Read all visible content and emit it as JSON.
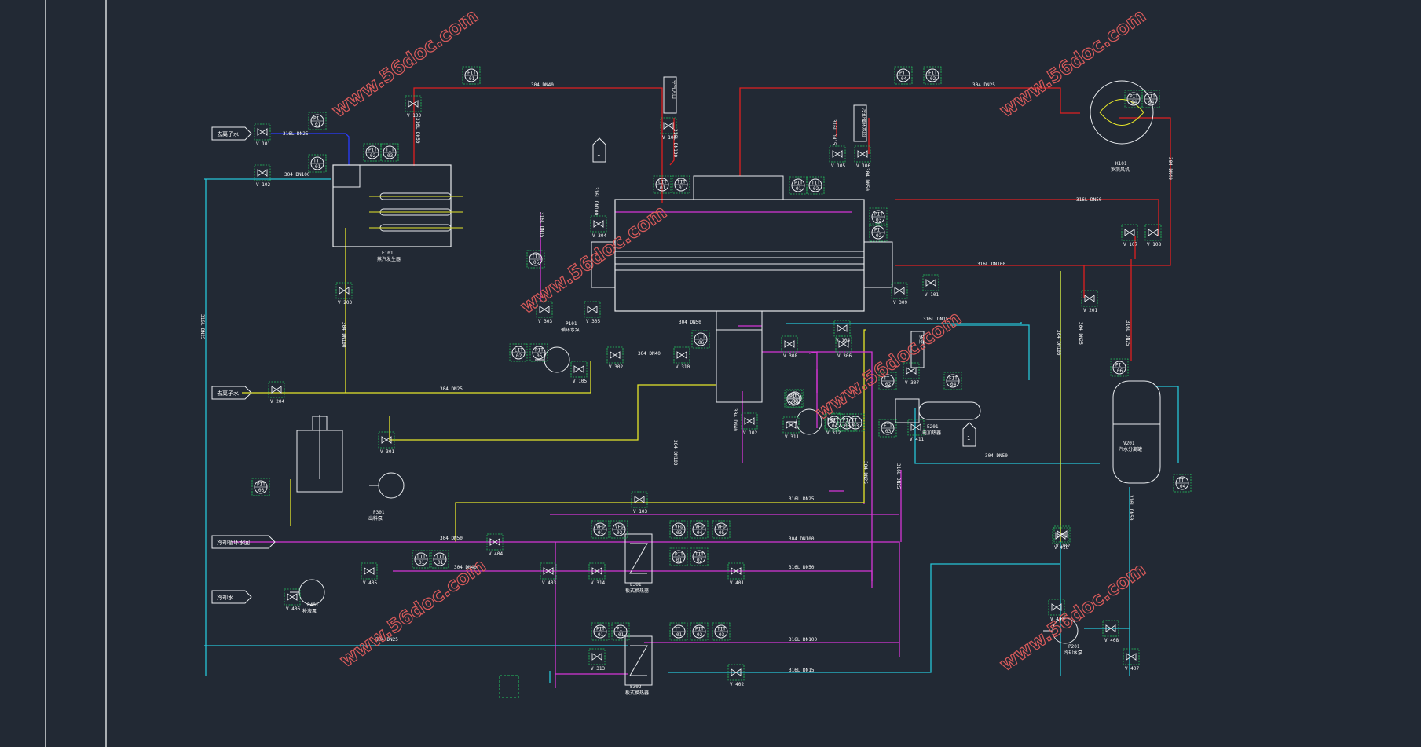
{
  "diagram": {
    "watermark": "www.56doc.com",
    "labels": {
      "water_in_1": "去离子水",
      "water_in_2": "去离子水",
      "air_in": "空气入口",
      "cooling_water_return": "冷却循环水回",
      "cooling_water_in": "冷却水",
      "off_gas": "尾气",
      "vent": "放空"
    },
    "line_specs": [
      "304 DN40",
      "304 DN25",
      "316L DN25",
      "304 DN100",
      "316L DN50",
      "316L DN100",
      "316L DN15",
      "304 DN50"
    ],
    "instrument_tags": [
      "FIT 01",
      "PI 01",
      "TT 01",
      "PIT 02",
      "TIT 03",
      "LIT 01",
      "TIT 01",
      "PIT 01",
      "TIT 02",
      "PIT 03",
      "PI 02",
      "PT 04",
      "FIT 02",
      "PIT 04",
      "TIT 04",
      "TIT 05",
      "LIT 02",
      "PIT 05",
      "TIT 06",
      "PI 03",
      "TT 02",
      "FIT 03",
      "FIT 04",
      "TT 03",
      "PI 04",
      "PI 05",
      "FIT 05",
      "PI 06",
      "TT 04",
      "VFD 01",
      "VFD 02",
      "VFD 03",
      "VFD 04",
      "VFD 05"
    ],
    "valves": [
      "V 101",
      "V 102",
      "V 103",
      "V 104",
      "V 105",
      "V 106",
      "V 107",
      "V 108",
      "V 201",
      "V 202",
      "V 203",
      "V 204",
      "V 301",
      "V 302",
      "V 303",
      "V 304",
      "V 305",
      "V 306",
      "V 307",
      "V 308",
      "V 309",
      "V 310",
      "V 311",
      "V 312",
      "V 313",
      "V 314",
      "V 401",
      "V 402",
      "V 403",
      "V 404",
      "V 405",
      "V 406",
      "V 407",
      "V 408",
      "V 409",
      "V 410",
      "V 411"
    ],
    "equipment": [
      {
        "id": "E101",
        "name": "蒸汽发生器"
      },
      {
        "id": "P101",
        "name": "循环水泵"
      },
      {
        "id": "P201",
        "name": "冷却水泵"
      },
      {
        "id": "P301",
        "name": "出料泵"
      },
      {
        "id": "P401",
        "name": "补液泵"
      },
      {
        "id": "K101",
        "name": "罗茨风机"
      },
      {
        "id": "V201",
        "name": "汽水分离罐"
      },
      {
        "id": "E301",
        "name": "板式换热器"
      },
      {
        "id": "E302",
        "name": "板式换热器"
      },
      {
        "id": "E201",
        "name": "电加热器"
      }
    ],
    "offpage": [
      "1",
      "1"
    ]
  }
}
